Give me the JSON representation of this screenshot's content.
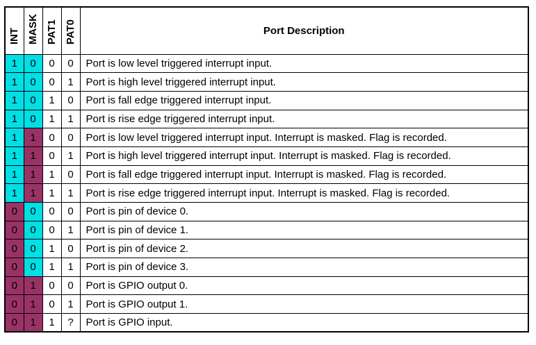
{
  "table": {
    "bit_headers": [
      "INT",
      "MASK",
      "PAT1",
      "PAT0"
    ],
    "description_header": "Port Description",
    "colors": {
      "cyan": "#00dfe4",
      "maroon": "#993366",
      "border": "#000000",
      "text": "#000000"
    },
    "rows": [
      {
        "bits": [
          "1",
          "0",
          "0",
          "0"
        ],
        "bit_colors": [
          "cyan",
          "cyan",
          "none",
          "none"
        ],
        "description": "Port is low level triggered interrupt input."
      },
      {
        "bits": [
          "1",
          "0",
          "0",
          "1"
        ],
        "bit_colors": [
          "cyan",
          "cyan",
          "none",
          "none"
        ],
        "description": "Port is high level triggered interrupt input."
      },
      {
        "bits": [
          "1",
          "0",
          "1",
          "0"
        ],
        "bit_colors": [
          "cyan",
          "cyan",
          "none",
          "none"
        ],
        "description": "Port is fall edge triggered interrupt input."
      },
      {
        "bits": [
          "1",
          "0",
          "1",
          "1"
        ],
        "bit_colors": [
          "cyan",
          "cyan",
          "none",
          "none"
        ],
        "description": "Port is rise edge triggered interrupt input."
      },
      {
        "bits": [
          "1",
          "1",
          "0",
          "0"
        ],
        "bit_colors": [
          "cyan",
          "maroon",
          "none",
          "none"
        ],
        "description": "Port is low level triggered interrupt input. Interrupt is masked. Flag is recorded."
      },
      {
        "bits": [
          "1",
          "1",
          "0",
          "1"
        ],
        "bit_colors": [
          "cyan",
          "maroon",
          "none",
          "none"
        ],
        "description": "Port is high level triggered interrupt input. Interrupt is masked. Flag is recorded."
      },
      {
        "bits": [
          "1",
          "1",
          "1",
          "0"
        ],
        "bit_colors": [
          "cyan",
          "maroon",
          "none",
          "none"
        ],
        "description": "Port is fall edge triggered interrupt input. Interrupt is masked. Flag is recorded."
      },
      {
        "bits": [
          "1",
          "1",
          "1",
          "1"
        ],
        "bit_colors": [
          "cyan",
          "maroon",
          "none",
          "none"
        ],
        "description": "Port is rise edge triggered interrupt input. Interrupt is masked. Flag is recorded."
      },
      {
        "bits": [
          "0",
          "0",
          "0",
          "0"
        ],
        "bit_colors": [
          "maroon",
          "cyan",
          "none",
          "none"
        ],
        "description": "Port is pin of device 0."
      },
      {
        "bits": [
          "0",
          "0",
          "0",
          "1"
        ],
        "bit_colors": [
          "maroon",
          "cyan",
          "none",
          "none"
        ],
        "description": "Port is pin of device 1."
      },
      {
        "bits": [
          "0",
          "0",
          "1",
          "0"
        ],
        "bit_colors": [
          "maroon",
          "cyan",
          "none",
          "none"
        ],
        "description": "Port is pin of device 2."
      },
      {
        "bits": [
          "0",
          "0",
          "1",
          "1"
        ],
        "bit_colors": [
          "maroon",
          "cyan",
          "none",
          "none"
        ],
        "description": "Port is pin of device 3."
      },
      {
        "bits": [
          "0",
          "1",
          "0",
          "0"
        ],
        "bit_colors": [
          "maroon",
          "maroon",
          "none",
          "none"
        ],
        "description": "Port is GPIO output 0."
      },
      {
        "bits": [
          "0",
          "1",
          "0",
          "1"
        ],
        "bit_colors": [
          "maroon",
          "maroon",
          "none",
          "none"
        ],
        "description": "Port is GPIO output 1."
      },
      {
        "bits": [
          "0",
          "1",
          "1",
          "?"
        ],
        "bit_colors": [
          "maroon",
          "maroon",
          "none",
          "none"
        ],
        "description": "Port is GPIO input."
      }
    ]
  }
}
